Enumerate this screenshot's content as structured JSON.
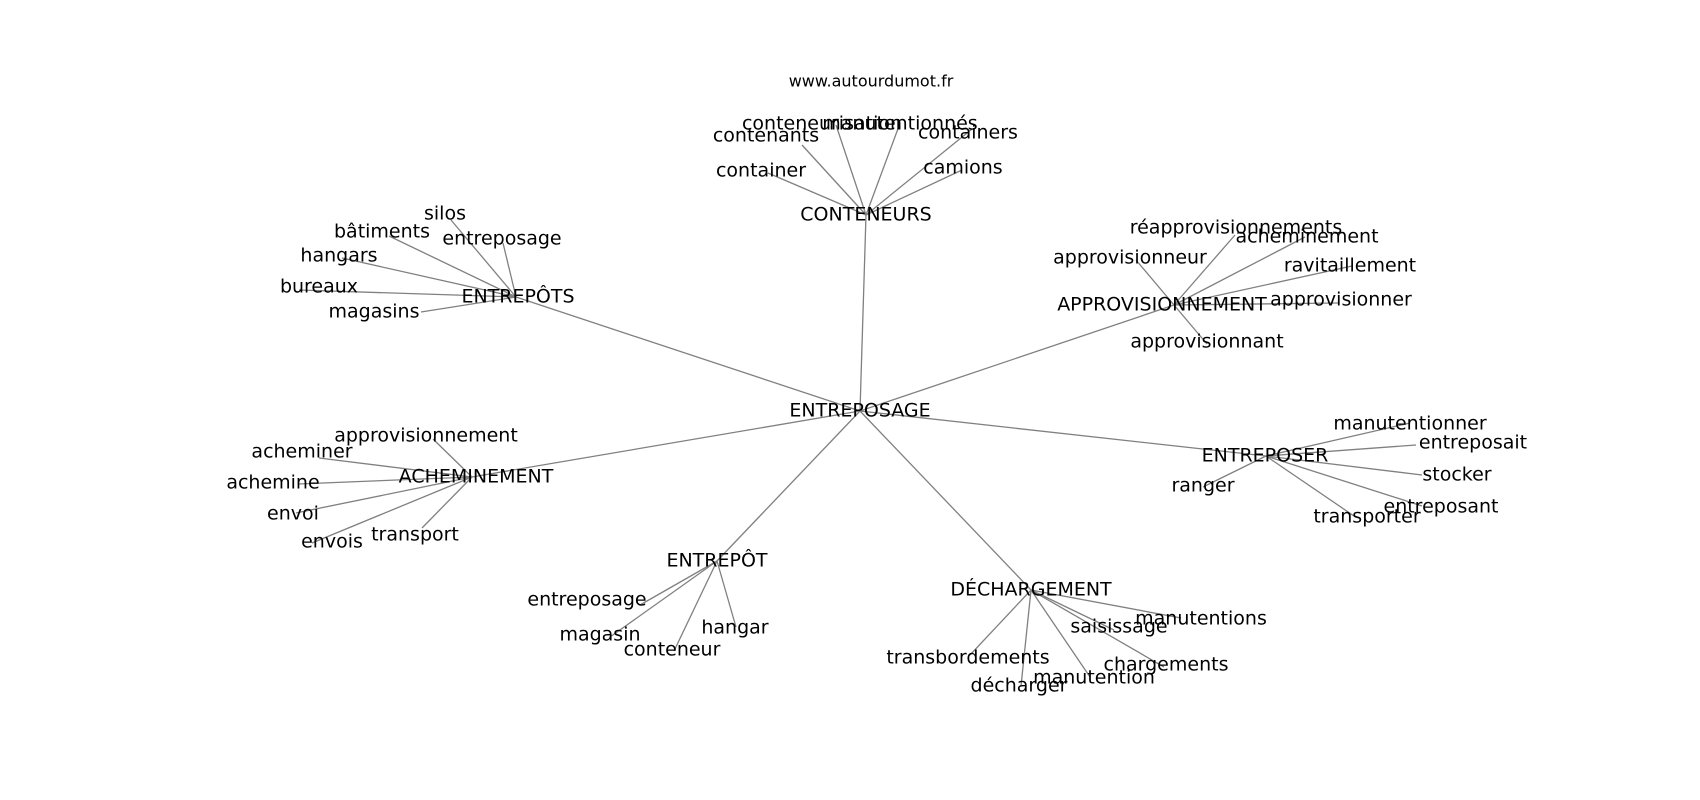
{
  "watermark": "www.autourdumot.fr",
  "graph": {
    "root": "ENTREPOSAGE",
    "clusters": [
      {
        "hub": "CONTENEURS",
        "leaves": [
          "conteneurisation",
          "manutentionnés",
          "containers",
          "contenants",
          "container",
          "camions"
        ]
      },
      {
        "hub": "ENTREPÔTS",
        "leaves": [
          "silos",
          "bâtiments",
          "entreposage",
          "hangars",
          "bureaux",
          "magasins"
        ]
      },
      {
        "hub": "APPROVISIONNEMENT",
        "leaves": [
          "réapprovisionnements",
          "acheminement",
          "approvisionneur",
          "ravitaillement",
          "approvisionner",
          "approvisionnant"
        ]
      },
      {
        "hub": "ACHEMINEMENT",
        "leaves": [
          "approvisionnement",
          "acheminer",
          "achemine",
          "envoi",
          "envois",
          "transport"
        ]
      },
      {
        "hub": "ENTREPOSER",
        "leaves": [
          "manutentionner",
          "entreposait",
          "ranger",
          "stocker",
          "entreposant",
          "transporter"
        ]
      },
      {
        "hub": "ENTREPÔT",
        "leaves": [
          "entreposage",
          "magasin",
          "conteneur",
          "hangar"
        ]
      },
      {
        "hub": "DÉCHARGEMENT",
        "leaves": [
          "manutentions",
          "saisissage",
          "transbordements",
          "chargements",
          "manutention",
          "décharger"
        ]
      }
    ]
  }
}
